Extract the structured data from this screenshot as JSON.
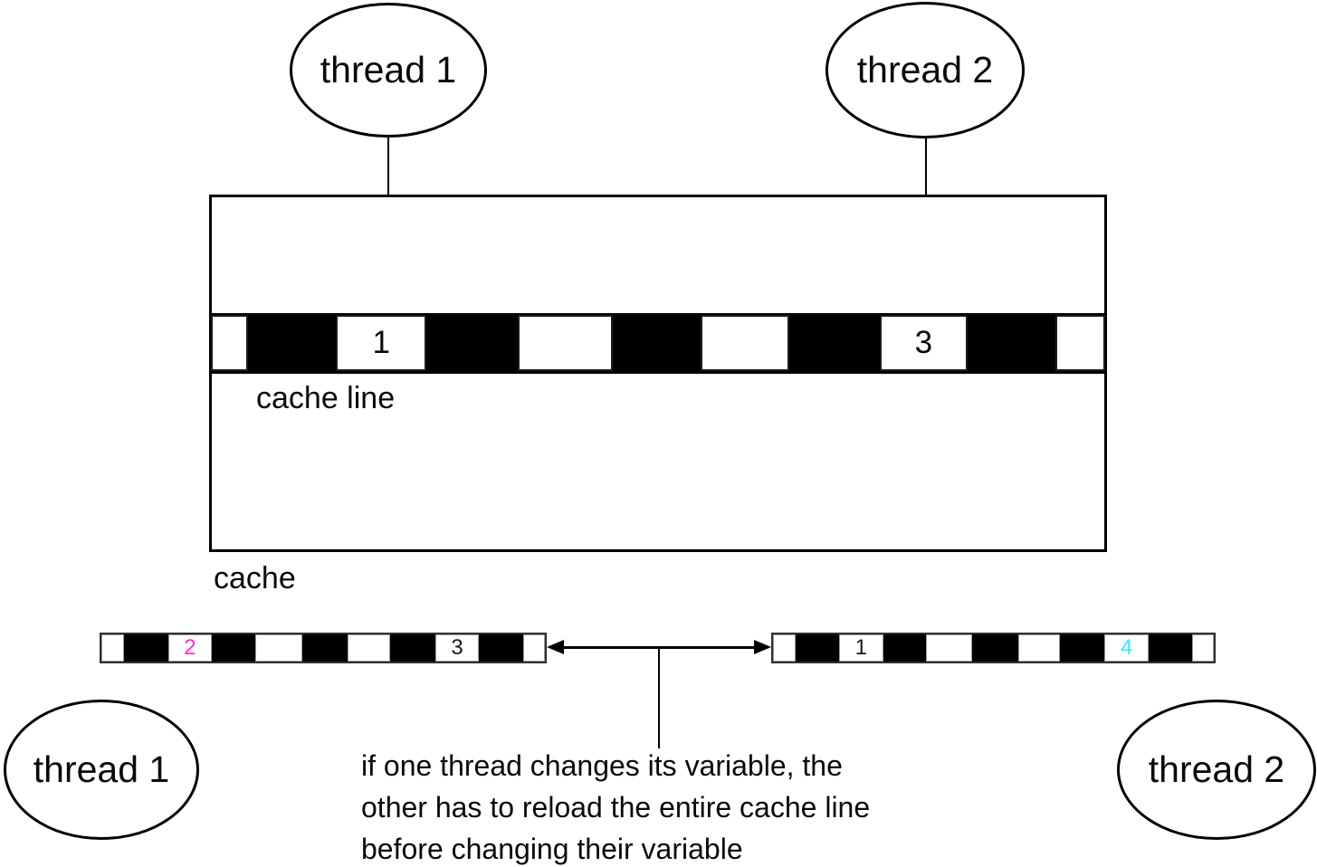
{
  "nodes": {
    "thread1_top": "thread 1",
    "thread2_top": "thread 2",
    "thread1_bottom": "thread 1",
    "thread2_bottom": "thread 2"
  },
  "labels": {
    "cache_line": "cache line",
    "cache": "cache"
  },
  "strips": {
    "main": {
      "description": "cache line inside cache",
      "cells": [
        {
          "fill": "white"
        },
        {
          "fill": "black"
        },
        {
          "fill": "white",
          "value": "1",
          "value_color": "#0a0a0a"
        },
        {
          "fill": "black"
        },
        {
          "fill": "white"
        },
        {
          "fill": "black"
        },
        {
          "fill": "white"
        },
        {
          "fill": "black"
        },
        {
          "fill": "white",
          "value": "3",
          "value_color": "#0a0a0a"
        },
        {
          "fill": "black"
        },
        {
          "fill": "white"
        }
      ]
    },
    "thread1_copy": {
      "description": "thread 1 cache line copy",
      "cells": [
        {
          "fill": "white"
        },
        {
          "fill": "black"
        },
        {
          "fill": "white",
          "value": "2",
          "value_color": "#ff2fd4"
        },
        {
          "fill": "black"
        },
        {
          "fill": "white"
        },
        {
          "fill": "black"
        },
        {
          "fill": "white"
        },
        {
          "fill": "black"
        },
        {
          "fill": "white",
          "value": "3",
          "value_color": "#1a1a1a"
        },
        {
          "fill": "black"
        },
        {
          "fill": "white"
        }
      ]
    },
    "thread2_copy": {
      "description": "thread 2 cache line copy",
      "cells": [
        {
          "fill": "white"
        },
        {
          "fill": "black"
        },
        {
          "fill": "white",
          "value": "1",
          "value_color": "#1a1a1a"
        },
        {
          "fill": "black"
        },
        {
          "fill": "white"
        },
        {
          "fill": "black"
        },
        {
          "fill": "white"
        },
        {
          "fill": "black"
        },
        {
          "fill": "white",
          "value": "4",
          "value_color": "#35e6fd"
        },
        {
          "fill": "black"
        },
        {
          "fill": "white"
        }
      ]
    }
  },
  "caption": {
    "line1": "if one thread changes its variable, the",
    "line2": "other has to reload the entire cache line",
    "line3": "before changing their variable"
  },
  "colors": {
    "ink": "#000000",
    "background": "#ffffff",
    "highlight_magenta": "#ff2fd4",
    "highlight_cyan": "#35e6fd"
  }
}
